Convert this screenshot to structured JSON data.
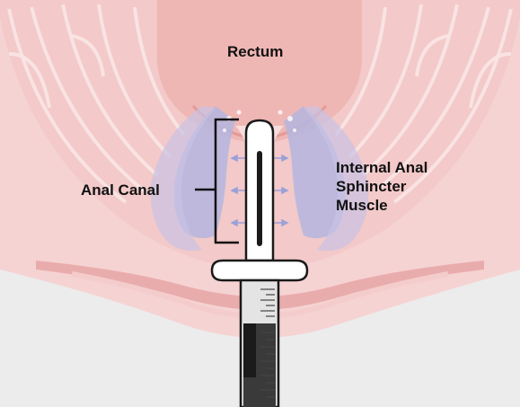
{
  "labels": {
    "rectum": "Rectum",
    "anal_canal": "Anal Canal",
    "sphincter_line1": "Internal Anal",
    "sphincter_line2": "Sphincter",
    "sphincter_line3": "Muscle"
  },
  "colors": {
    "background": "#ececec",
    "tissue": "#f2c6c6",
    "tissue_dark": "#dca0a0",
    "rectum_fill": "#efb7b4",
    "muscle": "#b4b6df",
    "applicator": "#ffffff",
    "outline": "#1a1a1a"
  }
}
